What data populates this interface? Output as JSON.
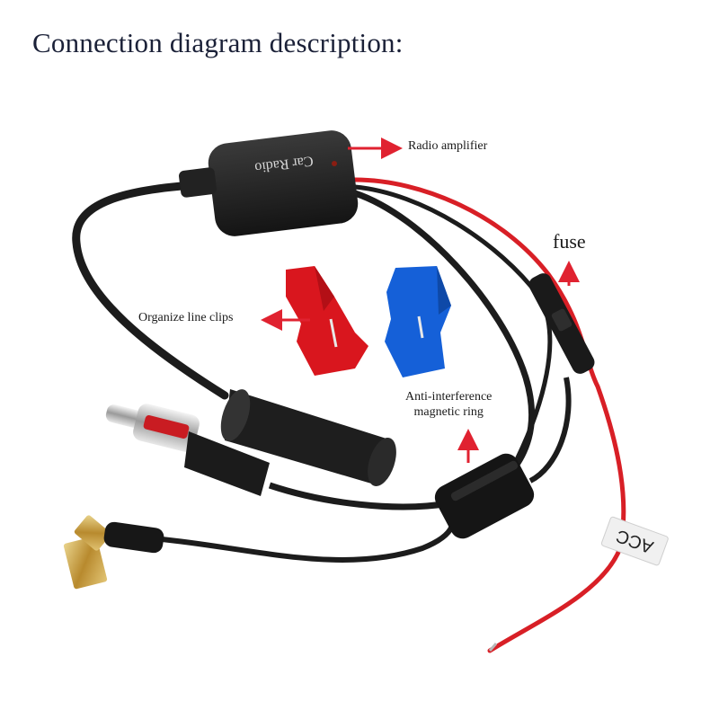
{
  "title": "Connection diagram description:",
  "labels": {
    "radio_amplifier": "Radio amplifier",
    "fuse": "fuse",
    "line_clips": "Organize line clips",
    "ring_line1": "Anti-interference",
    "ring_line2": "magnetic ring"
  },
  "product_text": {
    "amplifier_brand": "Car Radio",
    "wire_tag": "ACC"
  },
  "colors": {
    "arrow": "#e02230",
    "cable": "#1c1c1c",
    "power_wire": "#d81f26",
    "red_clip": "#d9161e",
    "blue_clip": "#1560d8",
    "gold": "#c9a24a"
  }
}
